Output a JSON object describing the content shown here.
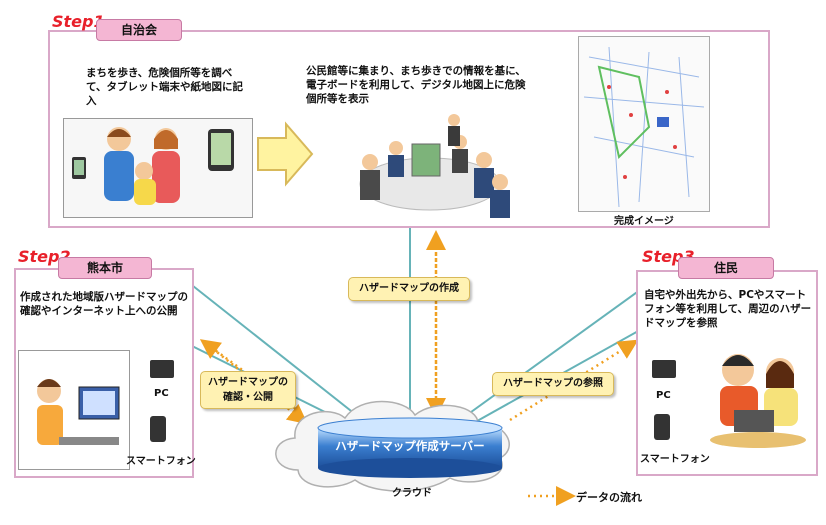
{
  "steps": [
    {
      "step_label": "Step1",
      "title": "自治会",
      "text1": "まちを歩き、危険個所等を調べて、タブレット端末や紙地図に記入",
      "text2": "公民館等に集まり、まち歩きでの情報を基に、電子ボードを利用して、デジタル地図上に危険個所等を表示",
      "image_caption": "完成イメージ"
    },
    {
      "step_label": "Step2",
      "title": "熊本市",
      "text": "作成された地域版ハザードマップの確認やインターネット上への公開",
      "device1": "PC",
      "device2": "スマートフォン"
    },
    {
      "step_label": "Step3",
      "title": "住民",
      "text": "自宅や外出先から、PCやスマートフォン等を利用して、周辺のハザードマップを参照",
      "device1": "PC",
      "device2": "スマートフォン"
    }
  ],
  "flows": {
    "create": "ハザードマップの作成",
    "confirm_line1": "ハザードマップの",
    "confirm_line2": "確認・公開",
    "refer": "ハザードマップの参照"
  },
  "server": {
    "label": "ハザードマップ作成サーバー",
    "cloud_label": "クラウド"
  },
  "legend": {
    "label": "データの流れ"
  },
  "colors": {
    "panel_border": "#d9a8c8",
    "tab_fill": "#f4b6d3",
    "step_text": "#e8202a",
    "flow_box": "#fff2b3",
    "data_arrow": "#f0a020",
    "connector": "#66b3b8",
    "server_fill": "#3b7fd0"
  }
}
